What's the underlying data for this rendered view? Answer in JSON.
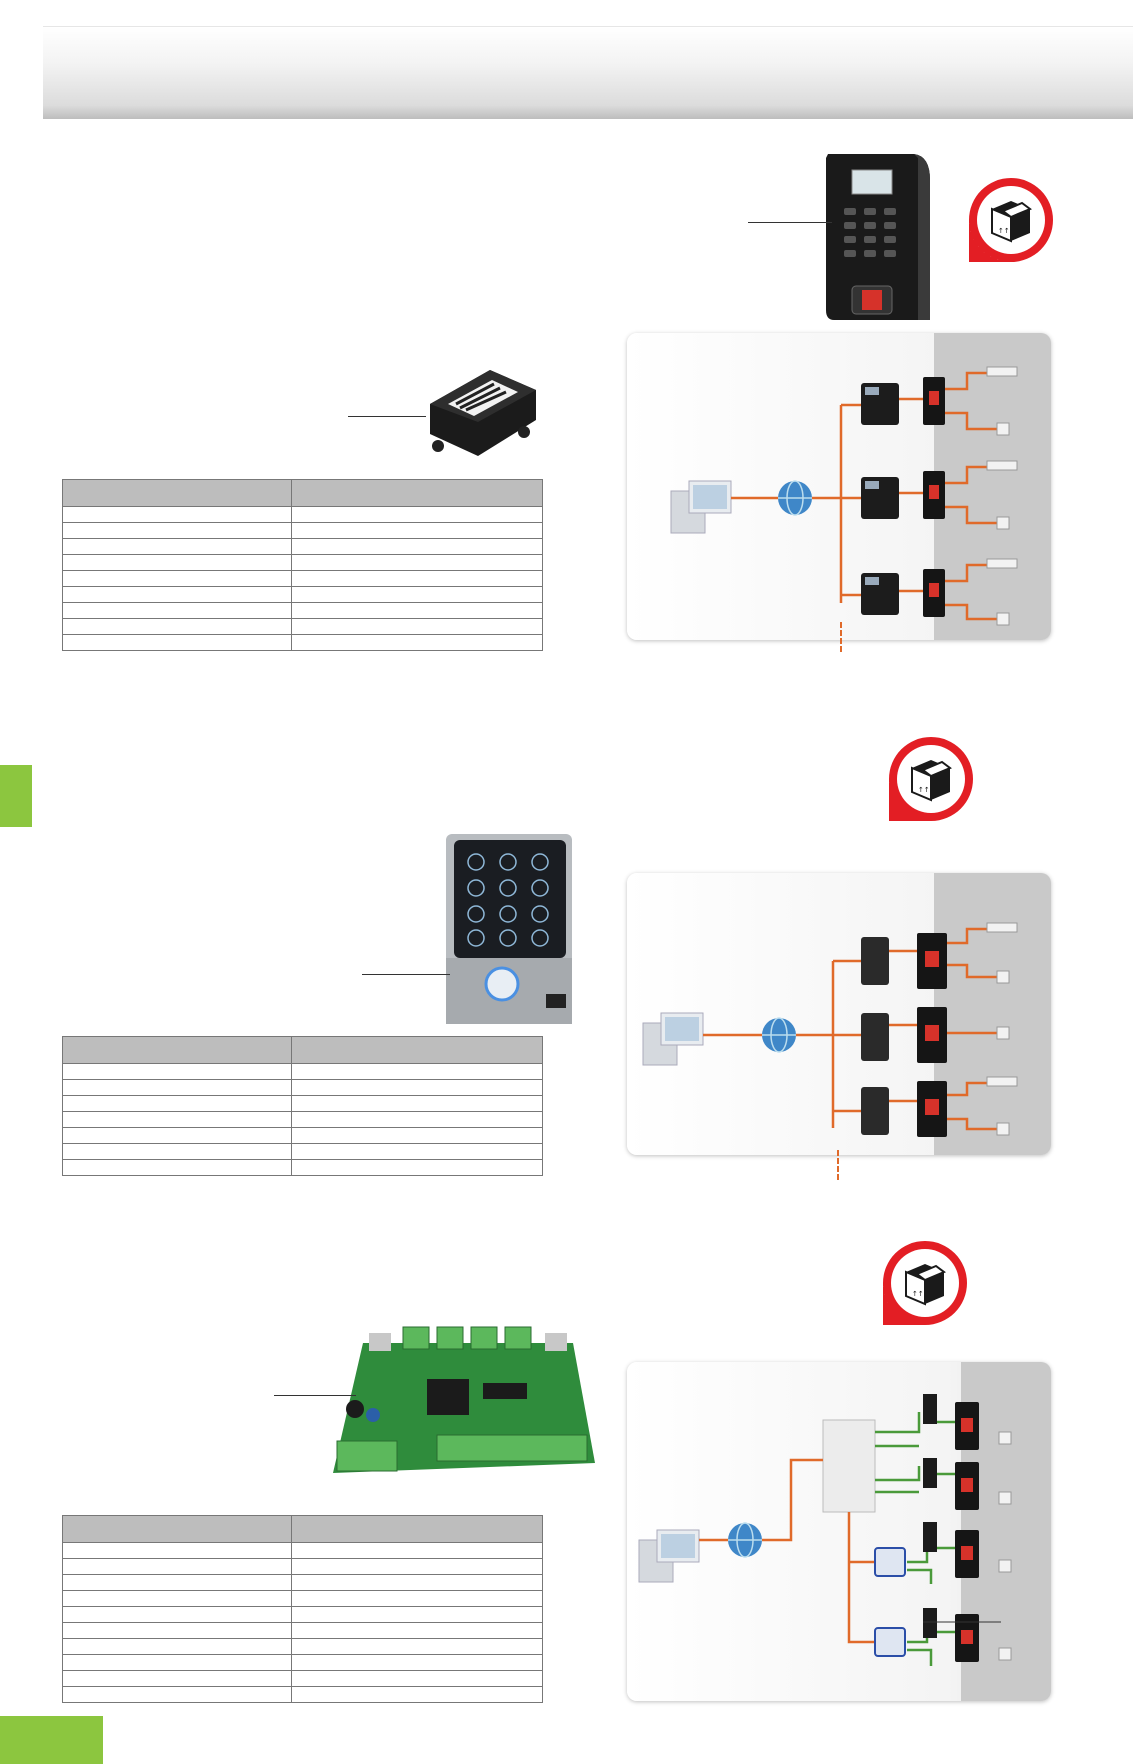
{
  "header": {
    "title": ""
  },
  "products": [
    {
      "name": "fingerprint-terminal",
      "device_label": "",
      "relay_label": "",
      "table": {
        "headers": [
          "",
          ""
        ],
        "rows": [
          [
            "",
            ""
          ],
          [
            "",
            ""
          ],
          [
            "",
            ""
          ],
          [
            "",
            ""
          ],
          [
            "",
            ""
          ],
          [
            "",
            ""
          ],
          [
            "",
            ""
          ],
          [
            "",
            ""
          ],
          [
            "",
            ""
          ]
        ]
      }
    },
    {
      "name": "keypad-reader",
      "device_label": "",
      "table": {
        "headers": [
          "",
          ""
        ],
        "rows": [
          [
            "",
            ""
          ],
          [
            "",
            ""
          ],
          [
            "",
            ""
          ],
          [
            "",
            ""
          ],
          [
            "",
            ""
          ],
          [
            "",
            ""
          ],
          [
            "",
            ""
          ]
        ]
      }
    },
    {
      "name": "controller-board",
      "device_label": "",
      "table": {
        "headers": [
          "",
          ""
        ],
        "rows": [
          [
            "",
            ""
          ],
          [
            "",
            ""
          ],
          [
            "",
            ""
          ],
          [
            "",
            ""
          ],
          [
            "",
            ""
          ],
          [
            "",
            ""
          ],
          [
            "",
            ""
          ],
          [
            "",
            ""
          ],
          [
            "",
            ""
          ],
          [
            "",
            ""
          ]
        ]
      }
    }
  ],
  "colors": {
    "accent_green": "#8cc63f",
    "badge_red": "#e31e24",
    "wire_orange": "#e06a2a",
    "wire_green": "#4a9a3a",
    "table_header": "#bdbdbd"
  },
  "icons": [
    "package-box-icon",
    "computer-icon",
    "network-globe-icon"
  ]
}
